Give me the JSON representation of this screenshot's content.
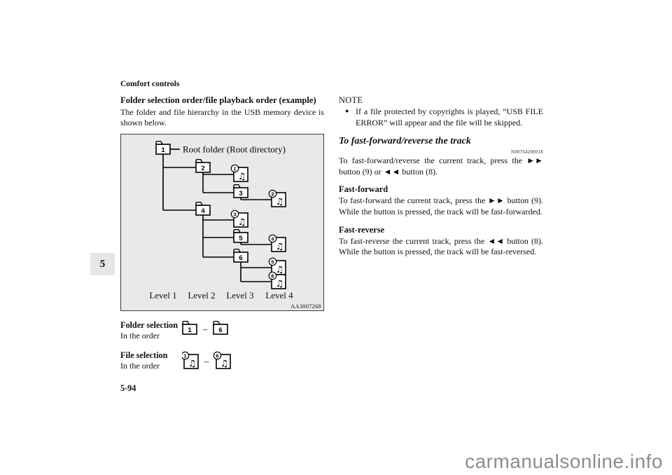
{
  "page": {
    "header": "Comfort controls",
    "chapter_tab": "5",
    "page_number": "5-94",
    "watermark": "carmanualsonline.info"
  },
  "left": {
    "heading": "Folder selection order/file playback order (example)",
    "intro": "The folder and file hierarchy in the USB memory device is shown below.",
    "diagram": {
      "root_label": "Root folder (Root directory)",
      "figure_code": "AA3007268",
      "levels": [
        "Level 1",
        "Level 2",
        "Level 3",
        "Level 4"
      ],
      "tree": {
        "type": "folder",
        "num": "1",
        "children": [
          {
            "type": "folder",
            "num": "2",
            "children": [
              {
                "type": "file",
                "num": "1"
              },
              {
                "type": "folder",
                "num": "3",
                "children": [
                  {
                    "type": "file",
                    "num": "2"
                  }
                ]
              }
            ]
          },
          {
            "type": "folder",
            "num": "4",
            "children": [
              {
                "type": "file",
                "num": "3"
              },
              {
                "type": "folder",
                "num": "5",
                "children": [
                  {
                    "type": "file",
                    "num": "4"
                  }
                ]
              },
              {
                "type": "folder",
                "num": "6",
                "children": [
                  {
                    "type": "file",
                    "num": "5"
                  },
                  {
                    "type": "file",
                    "num": "6"
                  }
                ]
              }
            ]
          }
        ]
      }
    },
    "legend": {
      "folder_selection": {
        "title": "Folder selection",
        "sub": "In the order",
        "from": "1",
        "to": "6",
        "separator": "–"
      },
      "file_selection": {
        "title": "File selection",
        "sub": "In the order",
        "from": "1",
        "to": "6",
        "separator": "–"
      }
    }
  },
  "right": {
    "note": {
      "label": "NOTE",
      "bullet": "●",
      "text": "If a file protected by copyrights is played, “USB FILE ERROR” will appear and the file will be skipped."
    },
    "section": {
      "heading": "To fast-forward/reverse the track",
      "code": "N00764200018",
      "intro": "To fast-forward/reverse the current track, press the ►► button (9) or ◄◄ button (8).",
      "subsections": [
        {
          "title": "Fast-forward",
          "text": "To fast-forward the current track, press the ►► button (9). While the button is pressed, the track will be fast-forwarded."
        },
        {
          "title": "Fast-reverse",
          "text": "To fast-reverse the current track, press the ◄◄ button (8). While the button is pressed, the track will be fast-reversed."
        }
      ]
    }
  }
}
